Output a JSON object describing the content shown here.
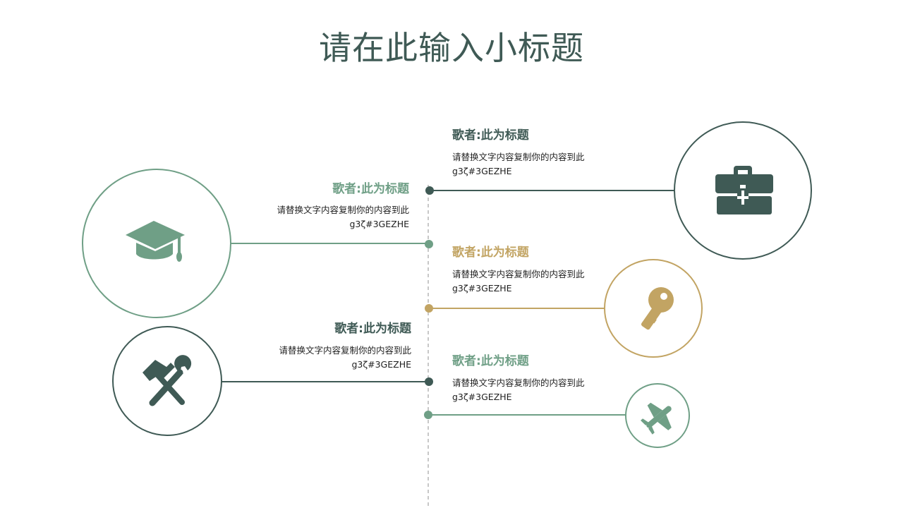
{
  "page": {
    "title": "请在此输入小标题"
  },
  "colors": {
    "dark": "#3f5a55",
    "green": "#6f9f86",
    "gold": "#c2a463",
    "axis": "#b5b5b5"
  },
  "items": [
    {
      "title": "歌者:此为标题",
      "desc_line1": "请替换文字内容复制你的内容到此",
      "desc_line2": "g3ζ#3GEZHE",
      "color": "#3f5a55",
      "icon": "toolbox-icon"
    },
    {
      "title": "歌者:此为标题",
      "desc_line1": "请替换文字内容复制你的内容到此",
      "desc_line2": "g3ζ#3GEZHE",
      "color": "#6f9f86",
      "icon": "graduation-cap-icon"
    },
    {
      "title": "歌者:此为标题",
      "desc_line1": "请替换文字内容复制你的内容到此",
      "desc_line2": "g3ζ#3GEZHE",
      "color": "#c2a463",
      "icon": "key-icon"
    },
    {
      "title": "歌者:此为标题",
      "desc_line1": "请替换文字内容复制你的内容到此",
      "desc_line2": "g3ζ#3GEZHE",
      "color": "#3f5a55",
      "icon": "tools-icon"
    },
    {
      "title": "歌者:此为标题",
      "desc_line1": "请替换文字内容复制你的内容到此",
      "desc_line2": "g3ζ#3GEZHE",
      "color": "#6f9f86",
      "icon": "airplane-icon"
    }
  ]
}
